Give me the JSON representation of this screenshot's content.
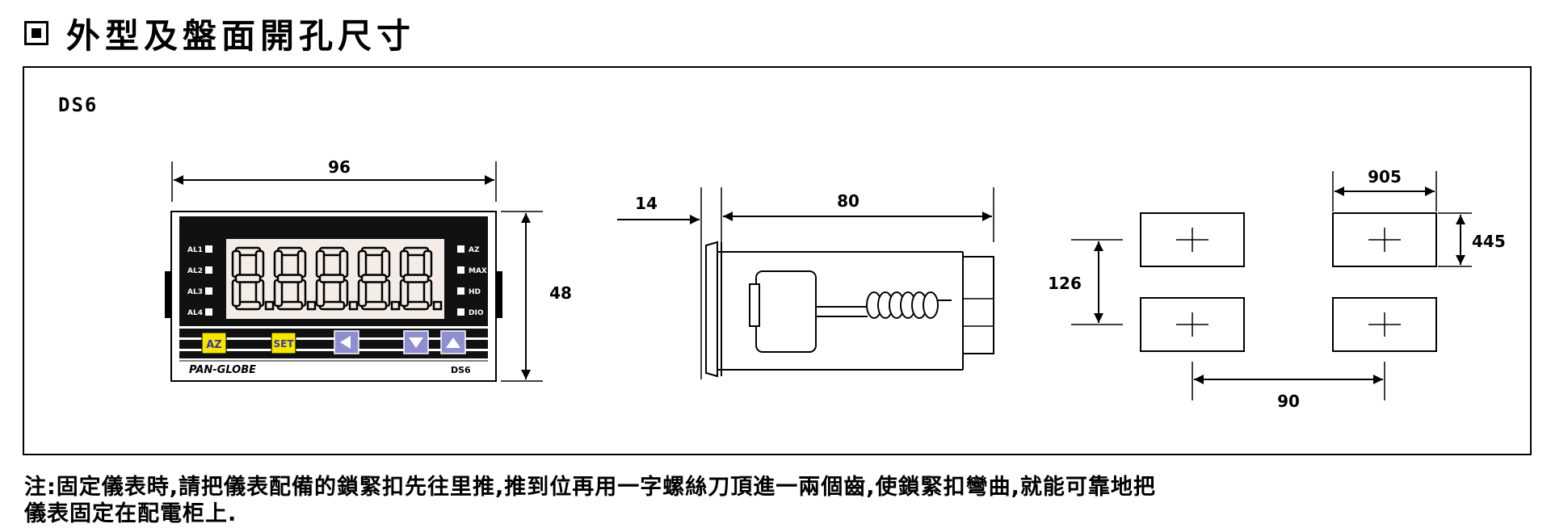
{
  "title": "外型及盤面開孔尺寸",
  "model": "DS6",
  "front_view": {
    "width_dim": "96",
    "height_dim": "48",
    "display": "8.8.8.8.8",
    "left_leds": [
      "AL1",
      "AL2",
      "AL3",
      "AL4"
    ],
    "right_leds": [
      "AZ",
      "MAX",
      "HD",
      "DIO"
    ],
    "buttons": {
      "az": "AZ",
      "set": "SET",
      "left": "◀",
      "down": "▼",
      "up": "▲"
    },
    "brand": "PAN-GLOBE",
    "model_label": "DS6"
  },
  "side_view": {
    "bezel_dim": "14",
    "depth_dim": "80"
  },
  "cutout_view": {
    "width_dim": "905",
    "height_dim": "445",
    "vertical_pitch": "126",
    "horizontal_pitch": "90"
  },
  "note_lines": [
    "注:固定儀表時,請把儀表配備的鎖緊扣先往里推,推到位再用一字螺絲刀頂進一兩個齒,使鎖緊扣彎曲,就能可靠地把",
    "儀表固定在配電柜上."
  ],
  "colors": {
    "display_bg": "#111111",
    "panel_face": "#f2f2f2",
    "az_btn": "#f6e600",
    "set_btn": "#f6e600",
    "arrow_btn": "#8f8ed0"
  }
}
